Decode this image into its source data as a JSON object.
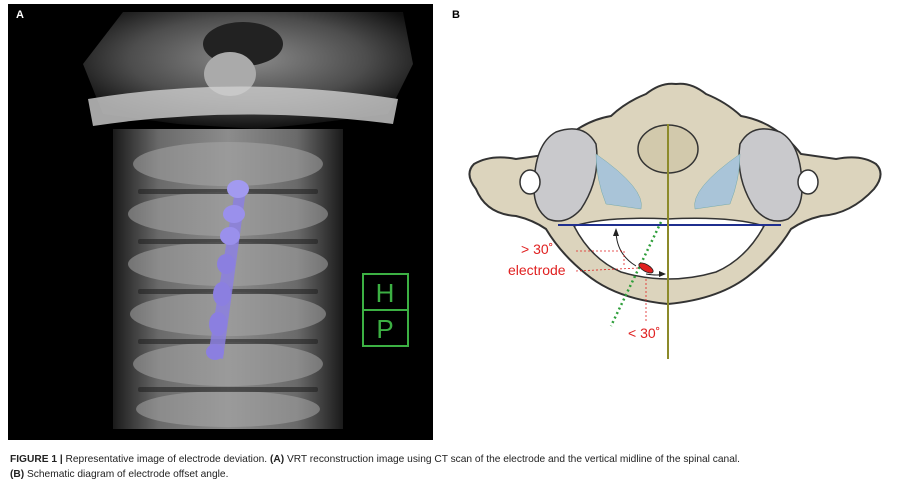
{
  "panel_a": {
    "label": "A",
    "marker_top": "H",
    "marker_bottom": "P"
  },
  "panel_b": {
    "label": "B",
    "angle_upper": "> 30˚",
    "angle_lower": "< 30˚",
    "electrode_label": "electrode"
  },
  "caption": {
    "figure_label": "FIGURE 1 |",
    "text_main": " Representative image of electrode deviation. ",
    "part_a_label": "(A)",
    "part_a_text": " VRT reconstruction image using CT scan of the electrode and the vertical midline of the spinal canal.",
    "part_b_label": "(B)",
    "part_b_text": " Schematic diagram of electrode offset angle."
  },
  "colors": {
    "electrode_purple": "#8b7fe0",
    "marker_green": "#3cb043",
    "midline_olive": "#8c8a2a",
    "horizontal_navy": "#1f2f8f",
    "dotted_green": "#2e9e3a",
    "angle_red": "#e02020",
    "bone_fill": "#dcd4bd",
    "ligament_blue": "#a9c4d8"
  }
}
